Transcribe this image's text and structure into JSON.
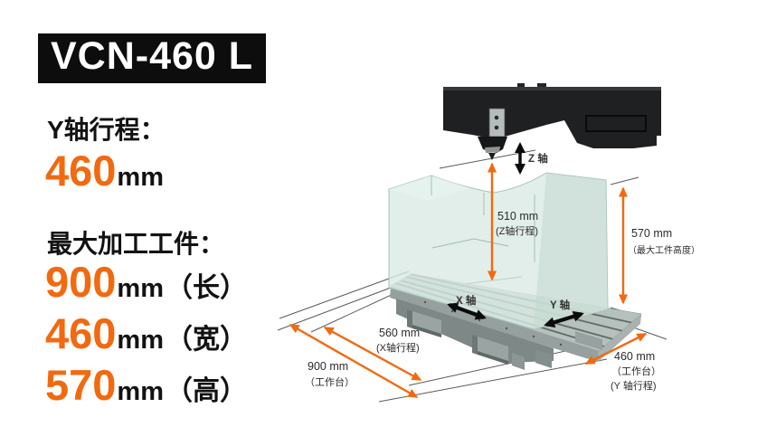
{
  "banner": {
    "model": "VCN-460 L"
  },
  "left_panel": {
    "y_travel_label": "Y轴行程：",
    "y_travel_value": "460",
    "y_travel_unit": "mm",
    "max_workpiece_label": "最大加工工件：",
    "workpiece_dims": [
      {
        "value": "900",
        "unit": "mm",
        "suffix": "（长）"
      },
      {
        "value": "460",
        "unit": "mm",
        "suffix": "（宽）"
      },
      {
        "value": "570",
        "unit": "mm",
        "suffix": "（高）"
      }
    ]
  },
  "diagram": {
    "axes": {
      "x": "X 轴",
      "y": "Y 轴",
      "z": "Z 轴"
    },
    "dims": {
      "z_travel": {
        "value": "510 mm",
        "note": "(Z轴行程)"
      },
      "max_height": {
        "value": "570 mm",
        "note": "（最大工件高度）"
      },
      "x_travel": {
        "value": "560 mm",
        "note": "(X轴行程)"
      },
      "table_length": {
        "value": "900 mm",
        "note": "（工作台）"
      },
      "table_width": {
        "value": "460 mm",
        "note": "（工作台）",
        "note2": "(Y 轴行程)"
      }
    },
    "colors": {
      "accent_orange": "#f2690f",
      "machine_dark": "#1e2022",
      "workpiece_green": "#d9eae4",
      "table_gray": "#b6c1be"
    }
  }
}
